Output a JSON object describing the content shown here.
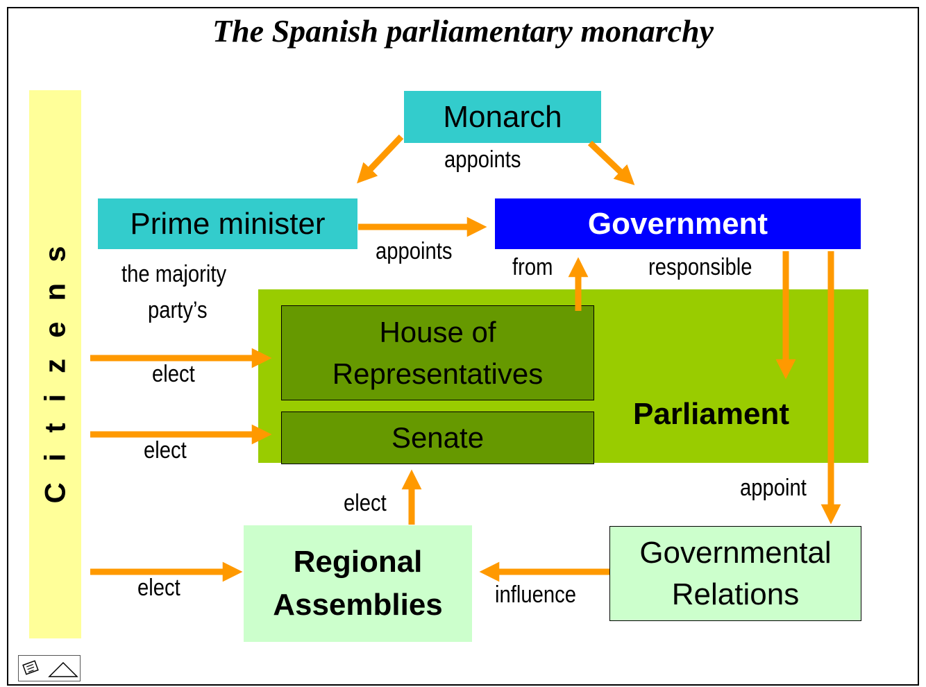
{
  "title": "The Spanish parliamentary monarchy",
  "citizens": "Citizens",
  "boxes": {
    "monarch": "Monarch",
    "prime_minister": "Prime minister",
    "government": "Government",
    "house_line1": "House of",
    "house_line2": "Representatives",
    "senate": "Senate",
    "parliament": "Parliament",
    "regional_line1": "Regional",
    "regional_line2": "Assemblies",
    "governmental_line1": "Governmental",
    "governmental_line2": "Relations"
  },
  "labels": {
    "appoints_monarch": "appoints",
    "appoints_pm": "appoints",
    "majority_line1": "the majority",
    "majority_line2": "party’s",
    "from": "from",
    "responsible": "responsible",
    "elect_house": "elect",
    "elect_senate": "elect",
    "elect_regional_senate": "elect",
    "elect_regional": "elect",
    "appoint": "appoint",
    "influence": "influence"
  },
  "colors": {
    "monarch": "#33cccc",
    "prime_minister": "#33cccc",
    "government": "#0000ff",
    "parliament": "#99cc00",
    "house_senate": "#669900",
    "citizens": "#ffff99",
    "regional": "#ccffcc",
    "arrow": "#ff9900"
  },
  "icons": [
    "slide-notes-icon",
    "triangle-nav-icon"
  ]
}
